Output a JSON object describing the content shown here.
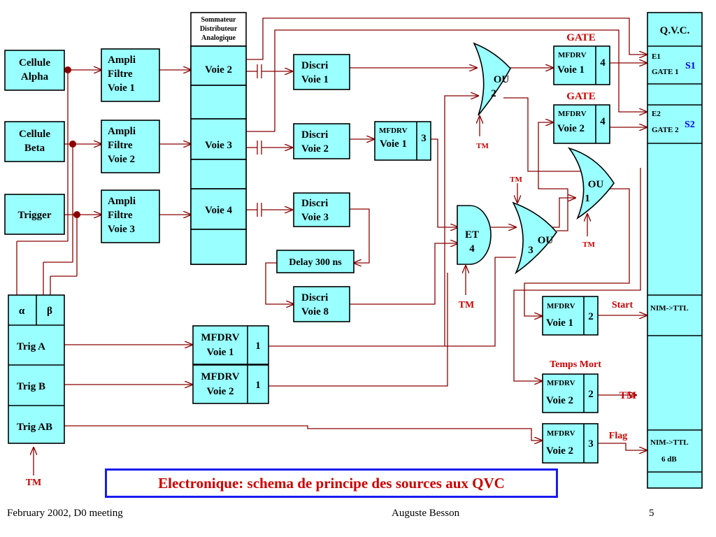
{
  "title": "Electronique: schema de principe des sources aux QVC",
  "footer": {
    "left": "February 2002, D0 meeting",
    "center": "Auguste Besson",
    "page": "5"
  },
  "sources": {
    "alpha": [
      "Cellule",
      "Alpha"
    ],
    "beta": [
      "Cellule",
      "Beta"
    ],
    "trigger": "Trigger"
  },
  "amplis": [
    [
      "Ampli",
      "Filtre",
      "Voie 1"
    ],
    [
      "Ampli",
      "Filtre",
      "Voie 2"
    ],
    [
      "Ampli",
      "Filtre",
      "Voie 3"
    ]
  ],
  "sommateur": {
    "header": [
      "Sommateur",
      "Distributeur",
      "Analogique"
    ],
    "voies": [
      "Voie 2",
      "Voie 3",
      "Voie 4"
    ]
  },
  "discri": [
    [
      "Discri",
      "Voie 1"
    ],
    [
      "Discri",
      "Voie 2"
    ],
    [
      "Discri",
      "Voie 3"
    ],
    [
      "Discri",
      "Voie 8"
    ]
  ],
  "delay": "Delay 300 ns",
  "mfdrv_small": {
    "label": "MFDRV",
    "items": [
      {
        "voie": "Voie 1",
        "num": "3"
      },
      {
        "voie": "Voie 1",
        "num": "4"
      },
      {
        "voie": "Voie 2",
        "num": "4"
      },
      {
        "voie": "Voie 1",
        "num": "2"
      },
      {
        "voie": "Voie 2",
        "num": "2"
      },
      {
        "voie": "Voie 2",
        "num": "3"
      }
    ]
  },
  "mfdrv_big": [
    {
      "label": "MFDRV",
      "voie": "Voie 1",
      "num": "1"
    },
    {
      "label": "MFDRV",
      "voie": "Voie 2",
      "num": "1"
    }
  ],
  "gates": {
    "ou2": [
      "OU",
      "2"
    ],
    "ou3": [
      "OU",
      "3"
    ],
    "ou1": [
      "OU",
      "1"
    ],
    "et4": [
      "ET",
      "4"
    ]
  },
  "trig": {
    "alpha": "α",
    "beta": "β",
    "rows": [
      "Trig A",
      "Trig B",
      "Trig AB"
    ]
  },
  "labels": {
    "tm": "TM",
    "gate": "GATE",
    "start": "Start",
    "temps_mort": "Temps Mort",
    "flag": "Flag"
  },
  "qvc": {
    "title": "Q.V.C.",
    "e1": "E1",
    "gate1": "GATE 1",
    "s1": "S1",
    "e2": "E2",
    "gate2": "GATE 2",
    "s2": "S2",
    "nim1": "NIM->TTL",
    "nim2": "NIM->TTL",
    "db": "6 dB"
  },
  "colors": {
    "box_fill": "#99ffff",
    "wire": "#8b0000",
    "label_red": "#cc0000",
    "banner_border": "#1a1aee"
  }
}
